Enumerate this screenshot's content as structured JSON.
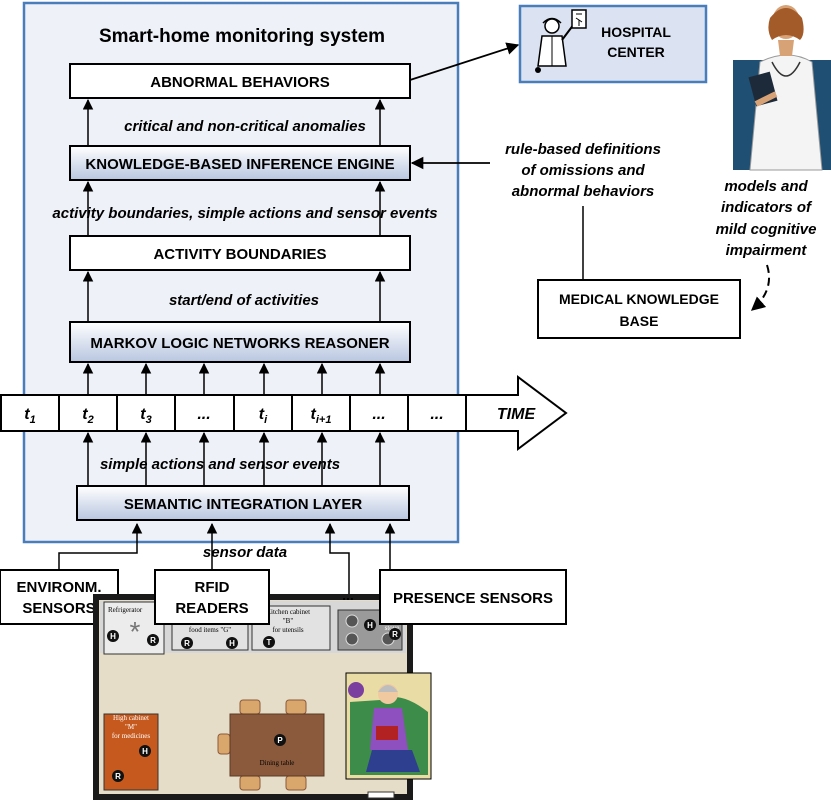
{
  "system_title": "Smart-home monitoring system",
  "boxes": {
    "abnormal": "ABNORMAL BEHAVIORS",
    "inference": "KNOWLEDGE-BASED INFERENCE ENGINE",
    "activity": "ACTIVITY BOUNDARIES",
    "markov": "MARKOV LOGIC NETWORKS REASONER",
    "semantic": "SEMANTIC INTEGRATION LAYER",
    "hospital_line1": "HOSPITAL",
    "hospital_line2": "CENTER",
    "medical_line1": "MEDICAL KNOWLEDGE",
    "medical_line2": "BASE",
    "env_line1": "ENVIRONM.",
    "env_line2": "SENSORS",
    "rfid_line1": "RFID",
    "rfid_line2": "READERS",
    "presence": "PRESENCE SENSORS"
  },
  "labels": {
    "anomalies": "critical and non-critical anomalies",
    "boundaries_events": "activity boundaries, simple actions and sensor events",
    "start_end": "start/end of activities",
    "simple_actions": "simple actions and sensor events",
    "sensor_data": "sensor data",
    "rules_line1": "rule-based definitions",
    "rules_line2": "of omissions and",
    "rules_line3": "abnormal behaviors",
    "models_line1": "models and",
    "models_line2": "indicators of",
    "models_line3": "mild cognitive",
    "models_line4": "impairment"
  },
  "timeline": {
    "cells": [
      "t1",
      "t2",
      "t3",
      "...",
      "ti",
      "ti+1",
      "...",
      "..."
    ],
    "time_label": "TIME"
  },
  "floorplan": {
    "refrigerator": "Refrigerator",
    "food_items": "food items \"G\"",
    "kitchen_cabinet_1": "Kitchen cabinet",
    "kitchen_cabinet_2": "\"B\"",
    "kitchen_cabinet_3": "for utensils",
    "stove": "stove",
    "high_cabinet_1": "High cabinet",
    "high_cabinet_2": "\"M\"",
    "high_cabinet_3": "for medicines",
    "dining_table": "Dining table",
    "markers": [
      "H",
      "R",
      "R",
      "H",
      "T",
      "H",
      "R",
      "P",
      "H",
      "R"
    ]
  },
  "colors": {
    "system_border": "#4a7ebb",
    "system_fill": "#eef1f7",
    "shaded_box_top": "#ffffff",
    "shaded_box_bottom": "#b8c6e0",
    "hospital_fill": "#dbe3f2",
    "floor": "#e5ddc8",
    "wall": "#1a1a1a",
    "table": "#8b5a3c",
    "cabinet_orange": "#c65a1e"
  }
}
